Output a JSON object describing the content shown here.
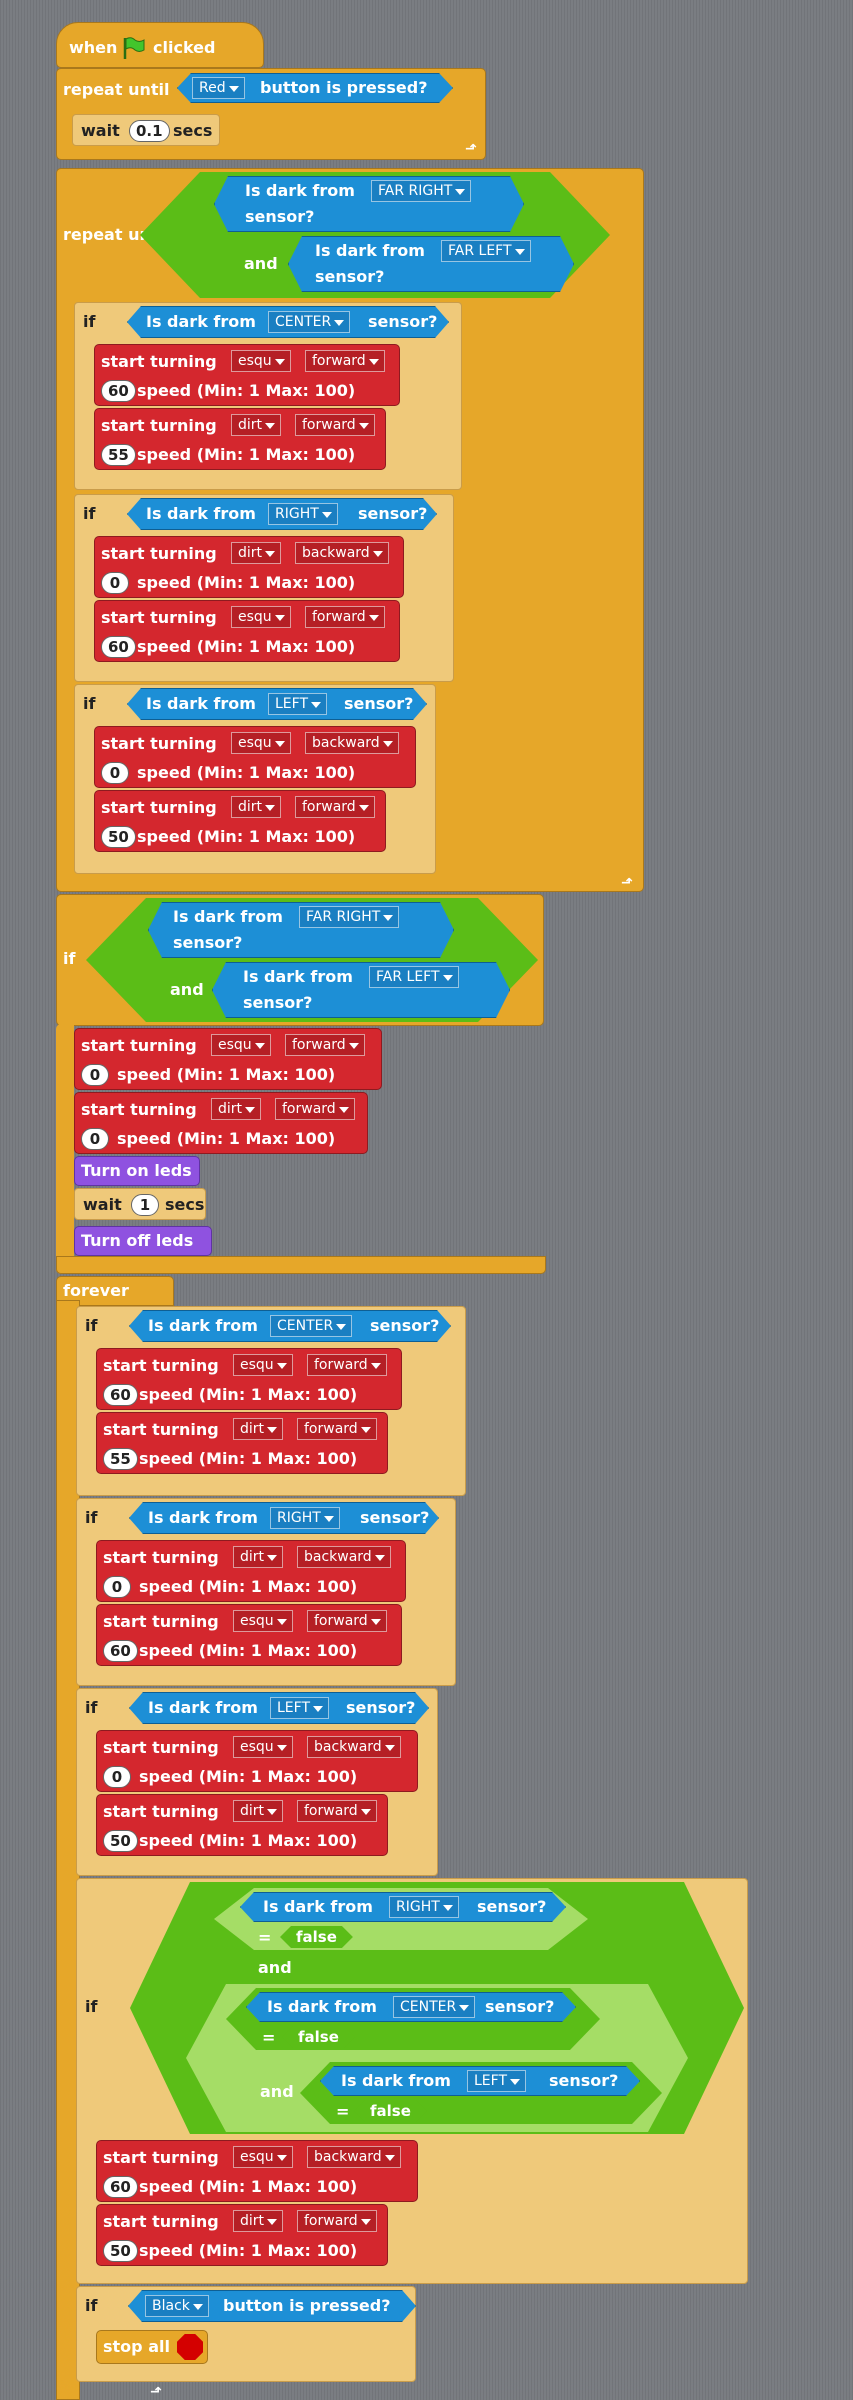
{
  "colors": {
    "background": "#7a7d82",
    "control": "#e6a729",
    "motor": "#d4272e",
    "sensing": "#1d8fd6",
    "operator": "#5bbd17",
    "looks": "#8f52e0"
  },
  "hat": {
    "when": "when",
    "flag_icon": "green-flag-icon",
    "clicked": "clicked"
  },
  "repeat_until_1": {
    "label": "repeat until",
    "button_color": "Red",
    "condition": "button is pressed?",
    "wait_label": "wait",
    "wait_value": "0.1",
    "secs": "secs"
  },
  "common": {
    "is_dark_from": "Is dark from",
    "sensor": "sensor?",
    "sensor_q": "sensor?",
    "and": "and",
    "if": "if",
    "start_turning": "start turning",
    "speed": "speed (Min: 1 Max: 100)",
    "equals": "=",
    "false": "false",
    "wait": "wait",
    "secs": "secs"
  },
  "repeat_until_2": {
    "label": "repeat until",
    "sensor_a": "FAR RIGHT",
    "sensor_b": "FAR LEFT",
    "ifs": [
      {
        "sensor": "CENTER",
        "motors": [
          {
            "motor": "esqu",
            "direction": "forward",
            "speed": "60"
          },
          {
            "motor": "dirt",
            "direction": "forward",
            "speed": "55"
          }
        ]
      },
      {
        "sensor": "RIGHT",
        "motors": [
          {
            "motor": "dirt",
            "direction": "backward",
            "speed": "0"
          },
          {
            "motor": "esqu",
            "direction": "forward",
            "speed": "60"
          }
        ]
      },
      {
        "sensor": "LEFT",
        "motors": [
          {
            "motor": "esqu",
            "direction": "backward",
            "speed": "0"
          },
          {
            "motor": "dirt",
            "direction": "forward",
            "speed": "50"
          }
        ]
      }
    ]
  },
  "if_far": {
    "sensor_a": "FAR RIGHT",
    "sensor_b": "FAR LEFT",
    "motors": [
      {
        "motor": "esqu",
        "direction": "forward",
        "speed": "0"
      },
      {
        "motor": "dirt",
        "direction": "forward",
        "speed": "0"
      }
    ],
    "turn_on_leds": "Turn on leds",
    "wait_value": "1",
    "turn_off_leds": "Turn off leds"
  },
  "forever": {
    "label": "forever",
    "ifs": [
      {
        "sensor": "CENTER",
        "motors": [
          {
            "motor": "esqu",
            "direction": "forward",
            "speed": "60"
          },
          {
            "motor": "dirt",
            "direction": "forward",
            "speed": "55"
          }
        ]
      },
      {
        "sensor": "RIGHT",
        "motors": [
          {
            "motor": "dirt",
            "direction": "backward",
            "speed": "0"
          },
          {
            "motor": "esqu",
            "direction": "forward",
            "speed": "60"
          }
        ]
      },
      {
        "sensor": "LEFT",
        "motors": [
          {
            "motor": "esqu",
            "direction": "backward",
            "speed": "0"
          },
          {
            "motor": "dirt",
            "direction": "forward",
            "speed": "50"
          }
        ]
      }
    ],
    "big_if": {
      "sensor_1": "RIGHT",
      "sensor_2": "CENTER",
      "sensor_3": "LEFT",
      "motors": [
        {
          "motor": "esqu",
          "direction": "backward",
          "speed": "60"
        },
        {
          "motor": "dirt",
          "direction": "forward",
          "speed": "50"
        }
      ]
    },
    "last_if": {
      "button_color": "Black",
      "condition": "button is pressed?",
      "stop_all": "stop all",
      "stop_icon": "stop-sign-icon"
    }
  }
}
